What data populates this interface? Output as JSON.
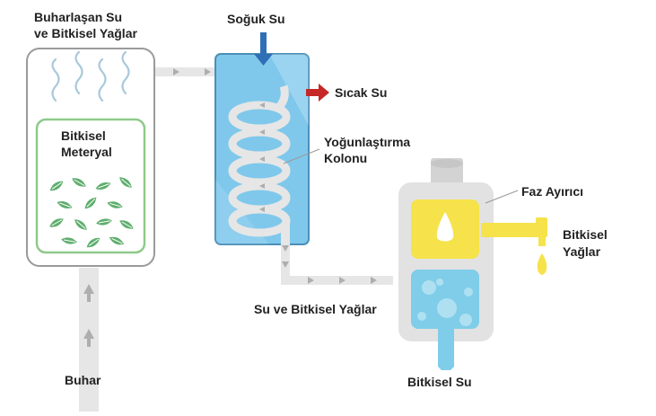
{
  "labels": {
    "vapor_line1": "Buharlaşan Su",
    "vapor_line2": "ve Bitkisel Yağlar",
    "material_line1": "Bitkisel",
    "material_line2": "Meteryal",
    "steam": "Buhar",
    "cold_water": "Soğuk Su",
    "hot_water": "Sıcak Su",
    "condenser_line1": "Yoğunlaştırma",
    "condenser_line2": "Kolonu",
    "mixture": "Su ve Bitkisel Yağlar",
    "separator": "Faz Ayırıcı",
    "oils_line1": "Bitkisel",
    "oils_line2": "Yağlar",
    "hydrosol": "Bitkisel Su"
  },
  "colors": {
    "pipe": "#e6e6e6",
    "pipe_arrow": "#aeaeae",
    "vessel_border": "#9a9a9a",
    "material_border": "#8fc98a",
    "leaf": "#5fae6e",
    "condenser_fill": "#7fc8ec",
    "condenser_border": "#4d8fb7",
    "cold_arrow": "#2f6fb5",
    "hot_arrow": "#c62828",
    "separator_body": "#e2e2e2",
    "oil": "#f6e24a",
    "water": "#7fcde9"
  }
}
